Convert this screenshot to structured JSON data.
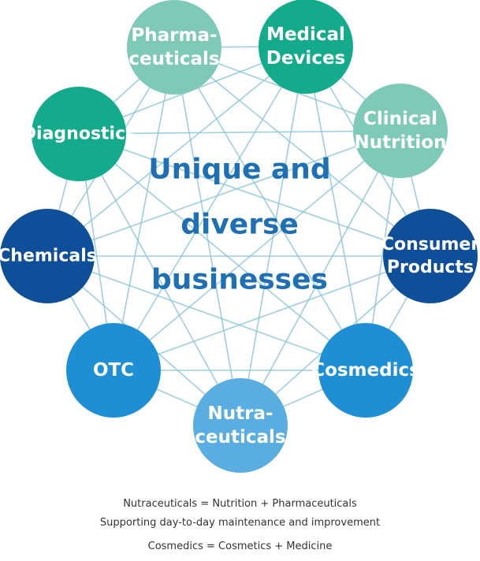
{
  "center_title": [
    "Unique and",
    "diverse",
    "businesses"
  ],
  "nodes": [
    {
      "id": "pharmaceuticals",
      "lines": [
        "Pharma-",
        "ceuticals"
      ],
      "color": "#7ec9b8"
    },
    {
      "id": "medical-devices",
      "lines": [
        "Medical",
        "Devices"
      ],
      "color": "#14ab8c"
    },
    {
      "id": "clinical-nutrition",
      "lines": [
        "Clinical",
        "Nutrition"
      ],
      "color": "#7ec9b8"
    },
    {
      "id": "consumer-products",
      "lines": [
        "Consumer",
        "Products"
      ],
      "color": "#0f4f9a"
    },
    {
      "id": "cosmedics",
      "lines": [
        "Cosmedics"
      ],
      "color": "#1e8fd4"
    },
    {
      "id": "nutraceuticals",
      "lines": [
        "Nutra-",
        "ceuticals"
      ],
      "color": "#5aade0"
    },
    {
      "id": "otc",
      "lines": [
        "OTC"
      ],
      "color": "#1e8fd4"
    },
    {
      "id": "chemicals",
      "lines": [
        "Chemicals"
      ],
      "color": "#0f4f9a"
    },
    {
      "id": "diagnostics",
      "lines": [
        "Diagnostics"
      ],
      "color": "#14ab8c"
    }
  ],
  "colors": {
    "connector": "#8cc7d8",
    "title": "#1f6fb5"
  },
  "footnotes": {
    "line1": "Nutraceuticals = Nutrition + Pharmaceuticals",
    "line2": "Supporting day-to-day maintenance and improvement",
    "line3": "Cosmedics = Cosmetics + Medicine"
  }
}
